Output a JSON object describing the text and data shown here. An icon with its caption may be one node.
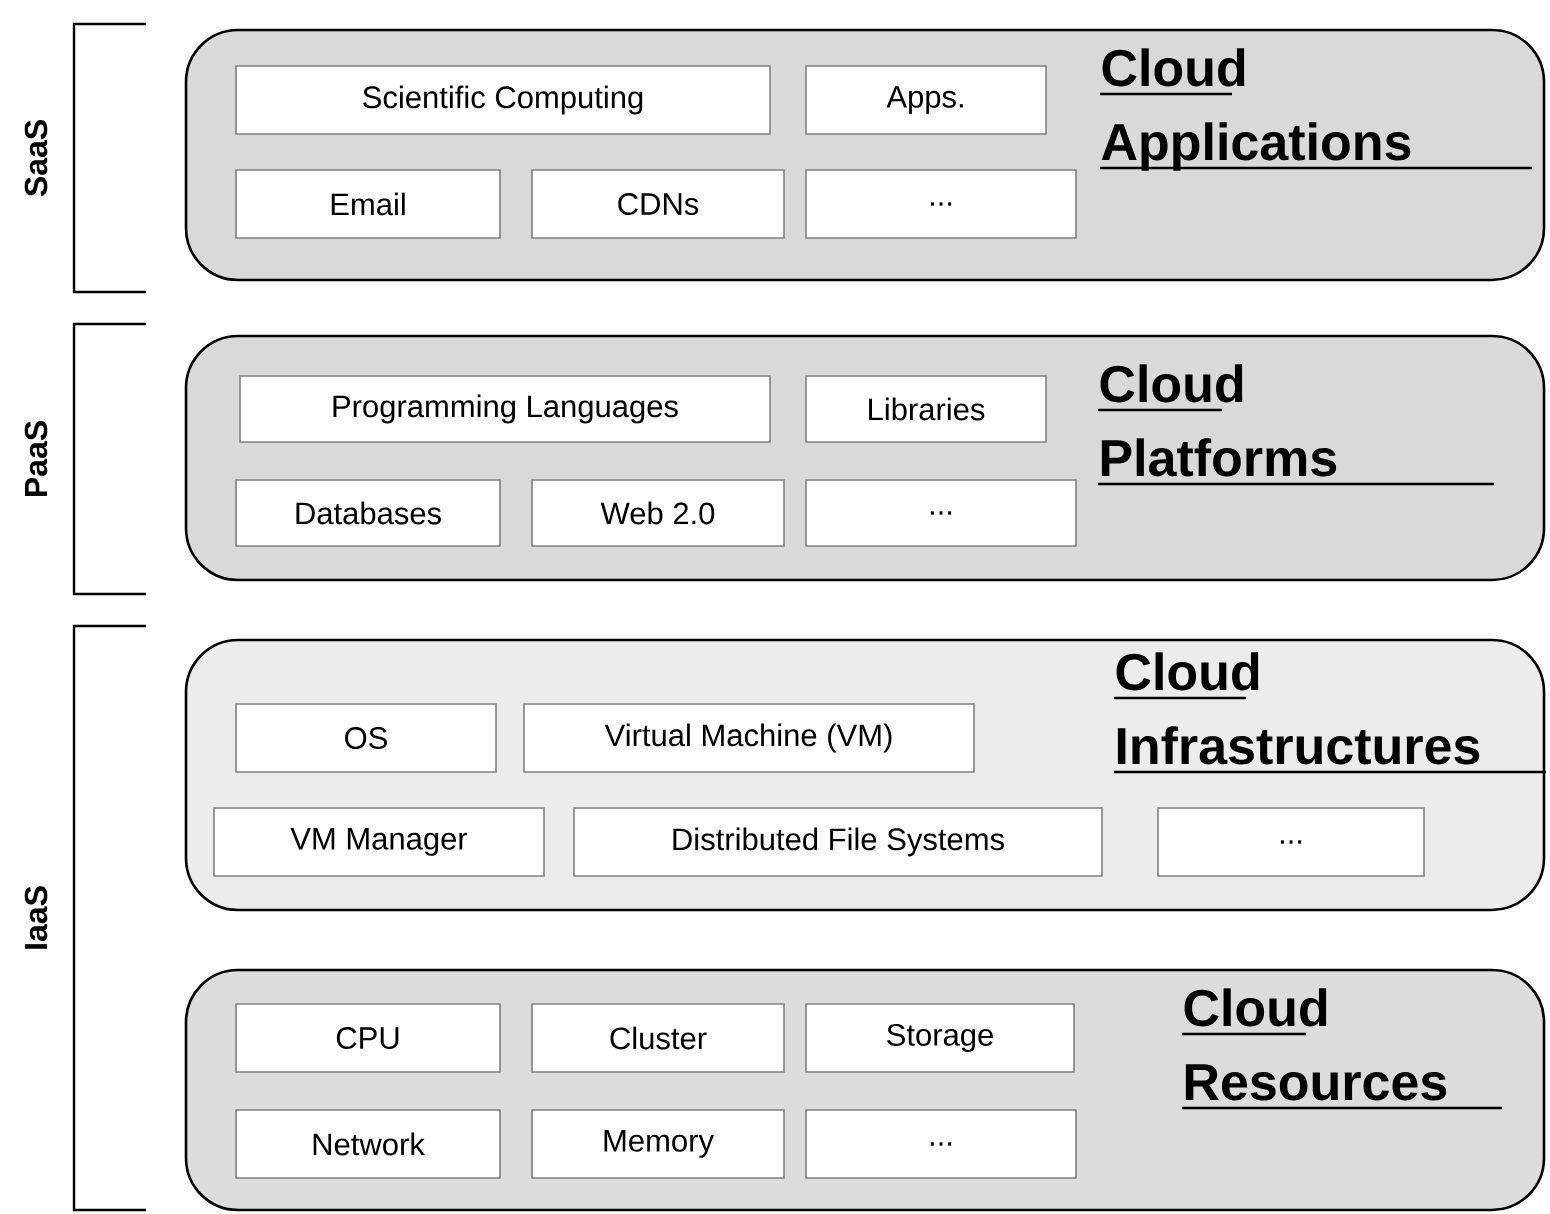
{
  "diagram": {
    "nodes": [
      {
        "text": [
          "Cloud Applications"
        ]
      },
      {
        "text": [
          "Scientific Computing"
        ],
        "in": 0
      },
      {
        "text": [
          "Apps."
        ],
        "in": 0
      },
      {
        "text": [
          "Email"
        ],
        "in": 0
      },
      {
        "text": [
          "CDNs"
        ],
        "in": 0
      },
      {
        "text": [
          "..."
        ],
        "in": 0
      },
      {
        "text": [
          "Cloud Platforms"
        ]
      },
      {
        "text": [
          "Programming Languages"
        ],
        "in": 6
      },
      {
        "text": [
          "Libraries"
        ],
        "in": 6
      },
      {
        "text": [
          "Databases"
        ],
        "in": 6
      },
      {
        "text": [
          "Web 2.0"
        ],
        "in": 6
      },
      {
        "text": [
          "..."
        ],
        "in": 6
      },
      {
        "text": [
          "Cloud Infrastructures"
        ]
      },
      {
        "text": [
          "OS"
        ],
        "in": 12
      },
      {
        "text": [
          "Virtual Machine (VM)"
        ],
        "in": 12
      },
      {
        "text": [
          "VM Manager"
        ],
        "in": 12
      },
      {
        "text": [
          "Distributed File Systems"
        ],
        "in": 12
      },
      {
        "text": [
          "..."
        ],
        "in": 12
      },
      {
        "text": [
          "Cloud Resources"
        ]
      },
      {
        "text": [
          "CPU"
        ],
        "in": 18
      },
      {
        "text": [
          "Cluster"
        ],
        "in": 18
      },
      {
        "text": [
          "Storage"
        ],
        "in": 18
      },
      {
        "text": [
          "Network"
        ],
        "in": 18
      },
      {
        "text": [
          "Memory"
        ],
        "in": 18
      },
      {
        "text": [
          "..."
        ],
        "in": 18
      }
    ],
    "labels": [
      "SaaS",
      "PaaS",
      "IaaS"
    ]
  }
}
